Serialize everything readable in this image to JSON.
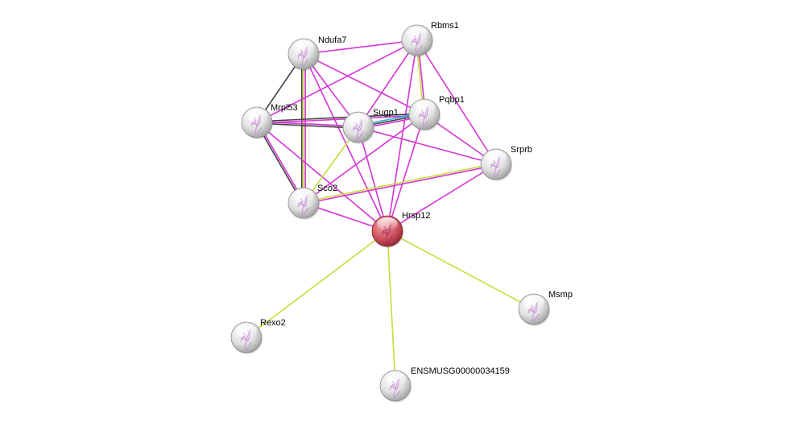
{
  "title": "Protein interaction network",
  "edge_colors": {
    "textmining": "#d633d6",
    "coexpression": "#444444",
    "database": "#21b3d6",
    "experiments": "#c6dc3a",
    "neighborhood": "#c6dc3a"
  },
  "node_colors": {
    "query": "#d45a64",
    "neighbor": "#dcdcdc"
  },
  "nodes": [
    {
      "id": "Ndufa7",
      "label": "Ndufa7",
      "query": false
    },
    {
      "id": "Rbms1",
      "label": "Rbms1",
      "query": false
    },
    {
      "id": "Mrpl53",
      "label": "Mrpl53",
      "query": false
    },
    {
      "id": "Sugp1",
      "label": "Sugp1",
      "query": false
    },
    {
      "id": "Pqbp1",
      "label": "Pqbp1",
      "query": false
    },
    {
      "id": "Srprb",
      "label": "Srprb",
      "query": false
    },
    {
      "id": "Sco2",
      "label": "Sco2",
      "query": false
    },
    {
      "id": "Hrsp12",
      "label": "Hrsp12",
      "query": true
    },
    {
      "id": "Msmp",
      "label": "Msmp",
      "query": false
    },
    {
      "id": "Rexo2",
      "label": "Rexo2",
      "query": false
    },
    {
      "id": "ENSMUSG00000034159",
      "label": "ENSMUSG00000034159",
      "query": false
    }
  ],
  "edges": [
    {
      "source": "Ndufa7",
      "target": "Rbms1",
      "types": [
        "textmining"
      ]
    },
    {
      "source": "Ndufa7",
      "target": "Mrpl53",
      "types": [
        "coexpression"
      ]
    },
    {
      "source": "Ndufa7",
      "target": "Sco2",
      "types": [
        "textmining",
        "experiments",
        "coexpression"
      ]
    },
    {
      "source": "Ndufa7",
      "target": "Sugp1",
      "types": [
        "textmining"
      ]
    },
    {
      "source": "Ndufa7",
      "target": "Pqbp1",
      "types": [
        "textmining"
      ]
    },
    {
      "source": "Ndufa7",
      "target": "Hrsp12",
      "types": [
        "textmining"
      ]
    },
    {
      "source": "Rbms1",
      "target": "Mrpl53",
      "types": [
        "textmining"
      ]
    },
    {
      "source": "Rbms1",
      "target": "Sugp1",
      "types": [
        "textmining"
      ]
    },
    {
      "source": "Rbms1",
      "target": "Pqbp1",
      "types": [
        "textmining",
        "experiments"
      ]
    },
    {
      "source": "Rbms1",
      "target": "Srprb",
      "types": [
        "textmining"
      ]
    },
    {
      "source": "Rbms1",
      "target": "Hrsp12",
      "types": [
        "textmining"
      ]
    },
    {
      "source": "Mrpl53",
      "target": "Sugp1",
      "types": [
        "textmining",
        "coexpression"
      ]
    },
    {
      "source": "Mrpl53",
      "target": "Pqbp1",
      "types": [
        "coexpression",
        "textmining"
      ]
    },
    {
      "source": "Mrpl53",
      "target": "Sco2",
      "types": [
        "textmining",
        "coexpression"
      ]
    },
    {
      "source": "Mrpl53",
      "target": "Hrsp12",
      "types": [
        "textmining"
      ]
    },
    {
      "source": "Sugp1",
      "target": "Pqbp1",
      "types": [
        "database",
        "coexpression",
        "textmining"
      ]
    },
    {
      "source": "Sugp1",
      "target": "Srprb",
      "types": [
        "textmining"
      ]
    },
    {
      "source": "Sugp1",
      "target": "Sco2",
      "types": [
        "experiments"
      ]
    },
    {
      "source": "Sugp1",
      "target": "Hrsp12",
      "types": [
        "textmining"
      ]
    },
    {
      "source": "Pqbp1",
      "target": "Srprb",
      "types": [
        "textmining"
      ]
    },
    {
      "source": "Pqbp1",
      "target": "Sco2",
      "types": [
        "textmining"
      ]
    },
    {
      "source": "Pqbp1",
      "target": "Hrsp12",
      "types": [
        "textmining"
      ]
    },
    {
      "source": "Srprb",
      "target": "Sco2",
      "types": [
        "textmining",
        "experiments"
      ]
    },
    {
      "source": "Srprb",
      "target": "Hrsp12",
      "types": [
        "textmining"
      ]
    },
    {
      "source": "Sco2",
      "target": "Hrsp12",
      "types": [
        "textmining"
      ]
    },
    {
      "source": "Hrsp12",
      "target": "Msmp",
      "types": [
        "neighborhood"
      ]
    },
    {
      "source": "Hrsp12",
      "target": "Rexo2",
      "types": [
        "neighborhood"
      ]
    },
    {
      "source": "Hrsp12",
      "target": "ENSMUSG00000034159",
      "types": [
        "neighborhood"
      ]
    }
  ]
}
